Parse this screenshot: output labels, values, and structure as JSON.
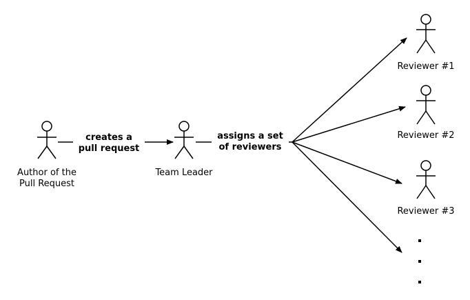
{
  "actors": {
    "author": "Author of the\nPull Request",
    "leader": "Team Leader",
    "reviewer1": "Reviewer #1",
    "reviewer2": "Reviewer #2",
    "reviewer3": "Reviewer #3"
  },
  "edges": {
    "creates": "creates a\npull request",
    "assigns": "assigns a set\nof reviewers"
  },
  "colors": {
    "stroke": "#000000",
    "background": "#ffffff"
  }
}
